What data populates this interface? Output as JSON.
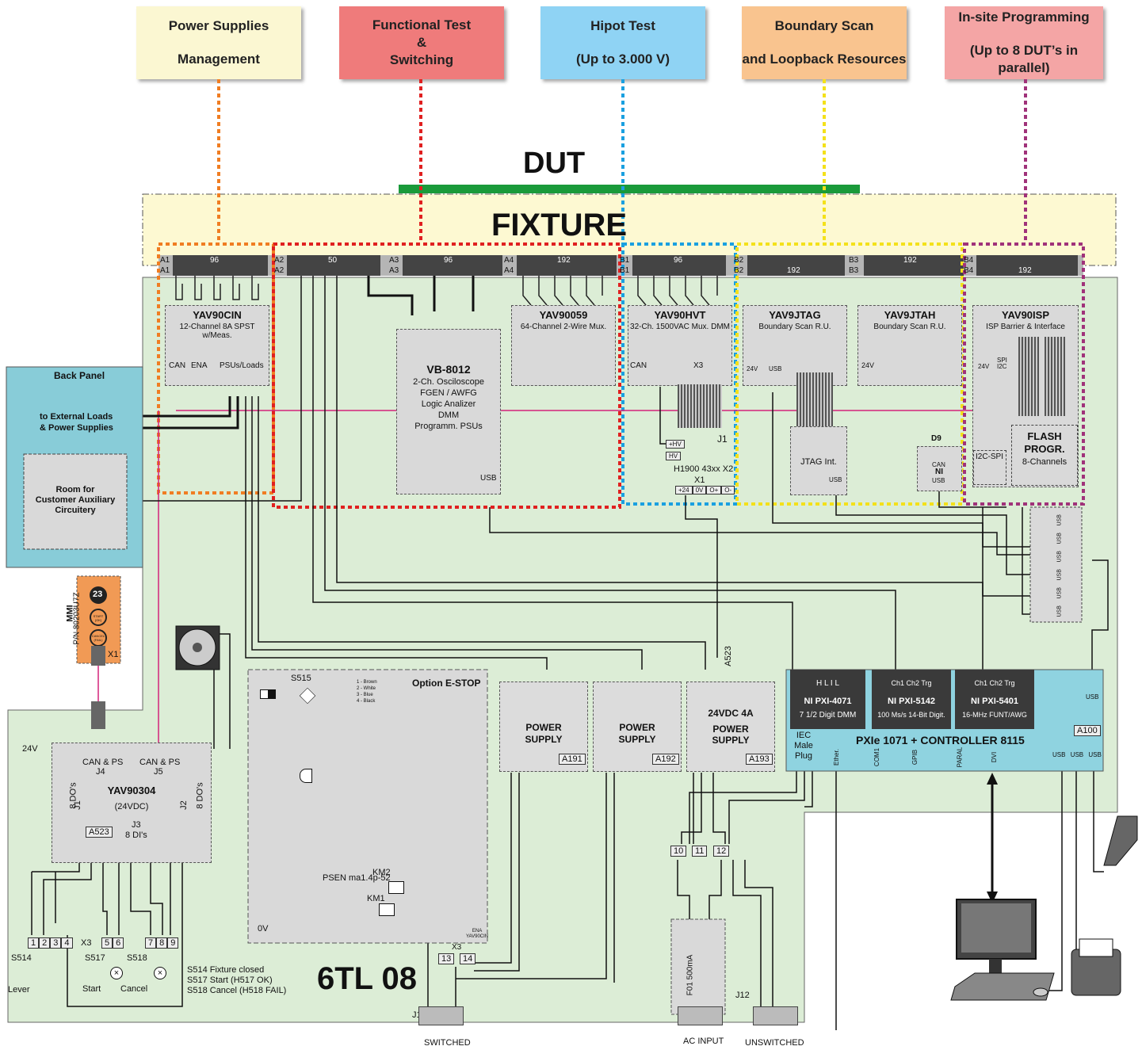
{
  "categories": [
    {
      "lines": [
        "Power Supplies",
        "Management"
      ],
      "color": "#fbf7d2",
      "line_color": "#f07d22"
    },
    {
      "lines": [
        "Functional Test",
        "&",
        "Switching"
      ],
      "color": "#ef7b7b",
      "line_color": "#e02020"
    },
    {
      "lines": [
        "Hipot Test",
        "(Up to 3.000 V)"
      ],
      "color": "#8fd3f4",
      "line_color": "#1aa0e0"
    },
    {
      "lines": [
        "Boundary Scan",
        "and Loopback Resources"
      ],
      "color": "#f9c48f",
      "line_color": "#f4e11a"
    },
    {
      "lines": [
        "In-site Programming",
        "(Up to 8 DUT’s in parallel)"
      ],
      "color": "#f4a5a5",
      "line_color": "#a0327a"
    }
  ],
  "dut_label": "DUT",
  "fixture_label": "FIXTURE",
  "connectors": [
    "A1",
    "A2",
    "A3",
    "A4",
    "B1",
    "B2",
    "B3",
    "B4"
  ],
  "pin_counts": {
    "a1": "96",
    "a2": "50",
    "a3": "96",
    "a4": "192",
    "b1": "96",
    "b2": "192",
    "b3": "192",
    "b4": "192"
  },
  "modules": [
    {
      "title": "YAV90CIN",
      "subtitle": "12-Channel 8A SPST w/Meas."
    },
    {
      "title": "VB-8012",
      "lines": [
        "2-Ch. Osciloscope",
        "FGEN / AWFG",
        "Logic Analizer",
        "DMM",
        "Programm. PSUs"
      ]
    },
    {
      "title": "YAV90059",
      "subtitle": "64-Channel 2-Wire Mux."
    },
    {
      "title": "YAV90HVT",
      "subtitle": "32-Ch. 1500VAC Mux. DMM"
    },
    {
      "title": "YAV9JTAG",
      "subtitle": "Boundary Scan R.U."
    },
    {
      "title": "YAV9JTAH",
      "subtitle": "Boundary Scan R.U."
    },
    {
      "title": "YAV90ISP",
      "subtitle": "ISP Barrier & Interface"
    }
  ],
  "small_labels": {
    "can": "CAN",
    "ena": "ENA",
    "psus_loads": "PSUs/Loads",
    "usb": "USB",
    "v24": "24V",
    "x3": "X3",
    "j1": "J1",
    "hv1": "+HV",
    "hv2": "HV",
    "h1900": "H1900 43xx X2",
    "x1": "X1",
    "x1pins": [
      "+24",
      "0V",
      "O+",
      "O-"
    ],
    "jtag_int": "JTAG Int.",
    "d9": "D9",
    "ni": "NI",
    "spi": "SPI",
    "i2c": "I2C",
    "i2c_spi": "I2C-SPI",
    "flash": [
      "FLASH",
      "PROGR."
    ],
    "flash_sub": "8-Channels"
  },
  "back_panel": {
    "title": "Back Panel",
    "loads": [
      "to External Loads",
      "& Power Supplies"
    ],
    "room": [
      "Room for",
      "Customer Auxiliary",
      "Circuitery"
    ]
  },
  "mmi": {
    "label": "MMI",
    "pn": "P/N 80203U7Z",
    "x1": "X1",
    "buttons": [
      "START (OK)",
      "CANCEL (FAIL)"
    ],
    "num": "23"
  },
  "io_module": {
    "title": "YAV90304",
    "sub": "(24VDC)",
    "j4": [
      "CAN & PS",
      "J4"
    ],
    "j5": [
      "CAN & PS",
      "J5"
    ],
    "j1": "8 DO's",
    "j1name": "J1",
    "j2": "8 DO's",
    "j2name": "J2",
    "j3": [
      "J3",
      "8 DI's"
    ],
    "tag": "A523",
    "v24": "24V"
  },
  "estop": {
    "title": "Option E-STOP",
    "s515": "S515",
    "wires": [
      "1 - Brown",
      "2 - White",
      "3 - Blue",
      "4 - Black"
    ],
    "psen": "PSEN ma1.4p-52",
    "km1": "KM1",
    "km2": "KM2",
    "ov": "0V",
    "ena": [
      "ENA",
      "YAV90CIN"
    ]
  },
  "power_supplies": [
    {
      "title": [
        "POWER",
        "SUPPLY"
      ],
      "tag": "A191"
    },
    {
      "title": [
        "POWER",
        "SUPPLY"
      ],
      "tag": "A192"
    },
    {
      "title": [
        "24VDC 4A",
        "POWER",
        "SUPPLY"
      ],
      "tag": "A193"
    }
  ],
  "a523_tag": "A523",
  "pxi": {
    "title": "PXIe 1071 + CONTROLLER 8115",
    "tag": "A100",
    "iec": [
      "IEC Male",
      "Plug"
    ],
    "cards": [
      {
        "name": "NI PXI-4071",
        "desc": "7 1/2 Digit DMM",
        "pins": "H L I L"
      },
      {
        "name": "NI PXI-5142",
        "desc": "100 Ms/s 14-Bit Digit.",
        "pins": "Ch1 Ch2 Trg"
      },
      {
        "name": "NI PXI-5401",
        "desc": "16-MHz FUNT/AWG",
        "pins": "Ch1 Ch2 Trg"
      }
    ],
    "ports": [
      "Ether.",
      "COM1",
      "GPIB",
      "PARAL",
      "DVI"
    ],
    "usb": "USB"
  },
  "terminals": {
    "t10": "10",
    "t11": "11",
    "t12": "12",
    "t13": "13",
    "t14": "14",
    "x3": "X3",
    "j13": "J13",
    "j12": "J12",
    "f01": "F01   500mA",
    "switched": "SWITCHED",
    "ac": "AC INPUT",
    "unswitched": "UNSWITCHED"
  },
  "switches": {
    "s514": "S514",
    "s517": "S517",
    "s518": "S518",
    "lever": "Lever",
    "start": "Start",
    "cancel": "Cancel",
    "x3": "X3",
    "legend": [
      "S514  Fixture closed",
      "S517  Start (H517 OK)",
      "S518  Cancel (H518 FAIL)"
    ]
  },
  "model": "6TL 08"
}
